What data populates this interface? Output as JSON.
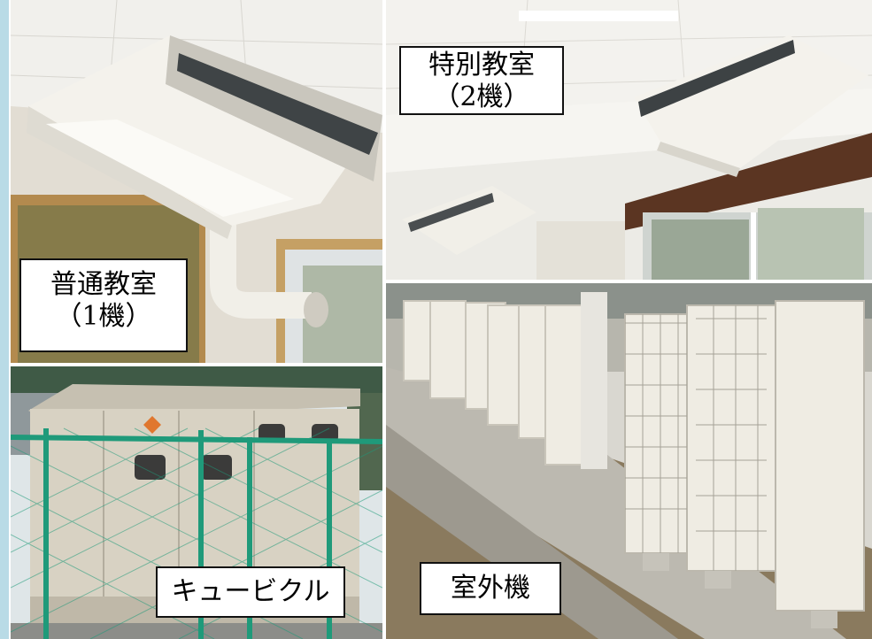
{
  "captions": {
    "classroom": {
      "line1": "普通教室",
      "line2": "（1機）"
    },
    "special": {
      "line1": "特別教室",
      "line2": "（2機）"
    },
    "cubicle": {
      "line1": "キュービクル"
    },
    "outdoor": {
      "line1": "室外機"
    }
  },
  "photos": {
    "top_left": "ceiling-mounted-air-conditioner",
    "top_right": "two-ceiling-air-conditioners",
    "bottom_left": "electrical-cubicle-behind-green-fence",
    "bottom_right": "row-of-outdoor-ac-units"
  },
  "colors": {
    "edge_strip": "#b9dbe6",
    "fence": "#1f9a7a",
    "unit_body": "#efece3",
    "grass": "#8a7a5e"
  }
}
